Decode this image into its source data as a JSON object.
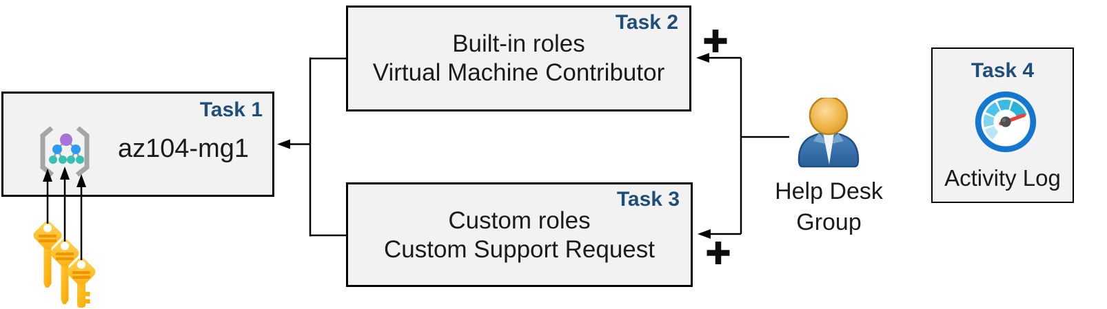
{
  "diagram": {
    "background": "#ffffff",
    "colors": {
      "box_fill": "#f2f2f2",
      "box_border": "#000000",
      "badge_text": "#1f4e79",
      "body_text": "#1b1b1b",
      "connector": "#000000",
      "key_gold": "#fdb515",
      "key_stripe": "#f29400",
      "person_blue": "#33699f",
      "person_head_gold": "#eeaf3f",
      "gauge_ring_blue": "#1377d0",
      "gauge_needle_red": "#e8413c",
      "mg_purple": "#a673da",
      "mg_blue": "#2d9cf0",
      "mg_teal": "#38c1af",
      "mg_bracket_gray": "#a5a5a5"
    },
    "task1": {
      "badge": "Task 1",
      "name": "az104-mg1",
      "icon": "management-group-icon"
    },
    "task2": {
      "badge": "Task 2",
      "line1": "Built-in roles",
      "line2": "Virtual Machine Contributor"
    },
    "task3": {
      "badge": "Task 3",
      "line1": "Custom roles",
      "line2": "Custom Support Request"
    },
    "task4": {
      "badge": "Task 4",
      "caption": "Activity Log",
      "icon": "activity-log-gauge-icon"
    },
    "help_desk": {
      "line1": "Help Desk",
      "line2": "Group",
      "icon": "user-icon"
    },
    "keys": {
      "icon": "keys-icon",
      "count": 3
    },
    "symbols": {
      "plus": "+"
    }
  }
}
